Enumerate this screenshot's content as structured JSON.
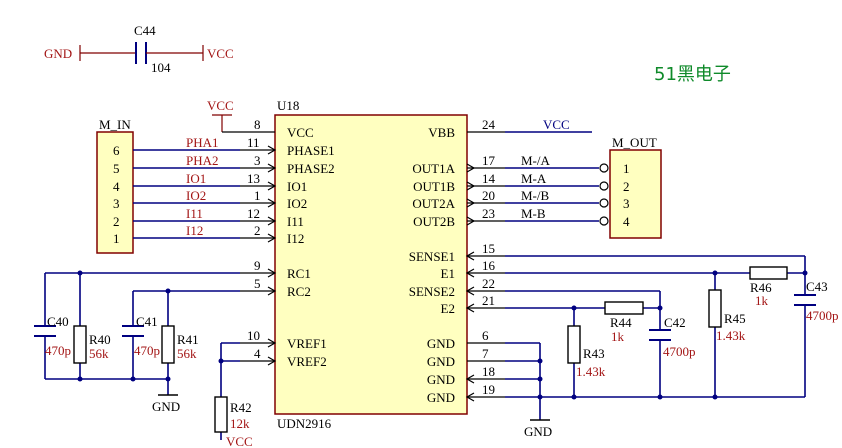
{
  "brand": "51黑电子",
  "c44": {
    "ref": "C44",
    "value": "104",
    "left_net": "GND",
    "right_net": "VCC"
  },
  "u18": {
    "ref": "U18",
    "part": "UDN2916",
    "vcc_label": "VCC",
    "left_pins": [
      {
        "num": "8",
        "name": "VCC"
      },
      {
        "num": "11",
        "name": "PHASE1"
      },
      {
        "num": "3",
        "name": "PHASE2"
      },
      {
        "num": "13",
        "name": "IO1"
      },
      {
        "num": "1",
        "name": "IO2"
      },
      {
        "num": "12",
        "name": "I11"
      },
      {
        "num": "2",
        "name": "I12"
      },
      {
        "num": "9",
        "name": "RC1"
      },
      {
        "num": "5",
        "name": "RC2"
      },
      {
        "num": "10",
        "name": "VREF1"
      },
      {
        "num": "4",
        "name": "VREF2"
      }
    ],
    "right_pins": [
      {
        "num": "24",
        "name": "VBB"
      },
      {
        "num": "17",
        "name": "OUT1A"
      },
      {
        "num": "14",
        "name": "OUT1B"
      },
      {
        "num": "20",
        "name": "OUT2A"
      },
      {
        "num": "23",
        "name": "OUT2B"
      },
      {
        "num": "15",
        "name": "SENSE1"
      },
      {
        "num": "16",
        "name": "E1"
      },
      {
        "num": "22",
        "name": "SENSE2"
      },
      {
        "num": "21",
        "name": "E2"
      },
      {
        "num": "6",
        "name": "GND"
      },
      {
        "num": "7",
        "name": "GND"
      },
      {
        "num": "18",
        "name": "GND"
      },
      {
        "num": "19",
        "name": "GND"
      }
    ]
  },
  "m_in": {
    "ref": "M_IN",
    "pins": [
      "6",
      "5",
      "4",
      "3",
      "2",
      "1"
    ],
    "nets": [
      "PHA1",
      "PHA2",
      "IO1",
      "IO2",
      "I11",
      "I12"
    ]
  },
  "m_out": {
    "ref": "M_OUT",
    "pins": [
      "1",
      "2",
      "3",
      "4"
    ],
    "nets": [
      "M-/A",
      "M-A",
      "M-/B",
      "M-B"
    ]
  },
  "vbb_net": "VCC",
  "components": {
    "c40": {
      "ref": "C40",
      "value": "470p"
    },
    "r40": {
      "ref": "R40",
      "value": "56k"
    },
    "c41": {
      "ref": "C41",
      "value": "470p"
    },
    "r41": {
      "ref": "R41",
      "value": "56k"
    },
    "r42": {
      "ref": "R42",
      "value": "12k",
      "net": "VCC"
    },
    "r44": {
      "ref": "R44",
      "value": "1k"
    },
    "c42": {
      "ref": "C42",
      "value": "4700p"
    },
    "r43": {
      "ref": "R43",
      "value": "1.43k"
    },
    "r45": {
      "ref": "R45",
      "value": "1.43k"
    },
    "r46": {
      "ref": "R46",
      "value": "1k"
    },
    "c43": {
      "ref": "C43",
      "value": "4700p"
    }
  },
  "gnd_label": "GND"
}
